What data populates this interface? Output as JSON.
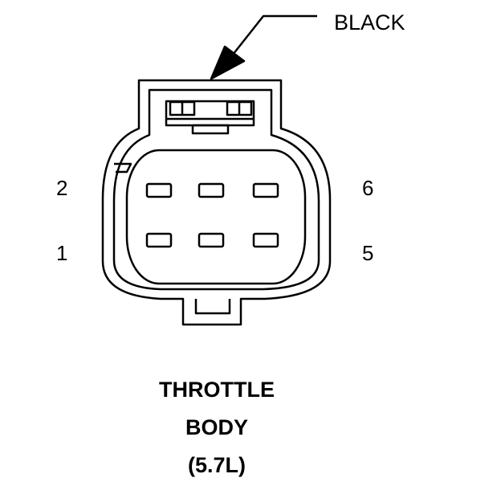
{
  "callout": {
    "label": "BLACK"
  },
  "pins": {
    "top_left": "2",
    "bottom_left": "1",
    "top_right": "6",
    "bottom_right": "5"
  },
  "title": {
    "line1": "THROTTLE",
    "line2": "BODY",
    "line3": "(5.7L)"
  }
}
